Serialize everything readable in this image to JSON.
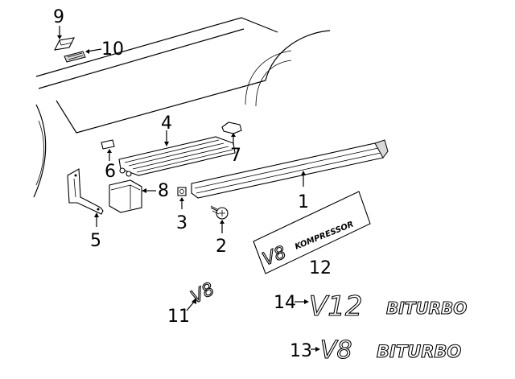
{
  "callouts": {
    "c1": "1",
    "c2": "2",
    "c3": "3",
    "c4": "4",
    "c5": "5",
    "c6": "6",
    "c7": "7",
    "c8": "8",
    "c9": "9",
    "c10": "10",
    "c11": "11",
    "c12": "12",
    "c13": "13",
    "c14": "14"
  },
  "badges": {
    "v8_kompressor_v8": "V8",
    "v8_kompressor_word": "KOMPRESSOR",
    "v8_small": "V8",
    "v12_mark": "V12",
    "v12_biturbo": "BITURBO",
    "v8_mark": "V8",
    "v8_biturbo": "BITURBO"
  }
}
